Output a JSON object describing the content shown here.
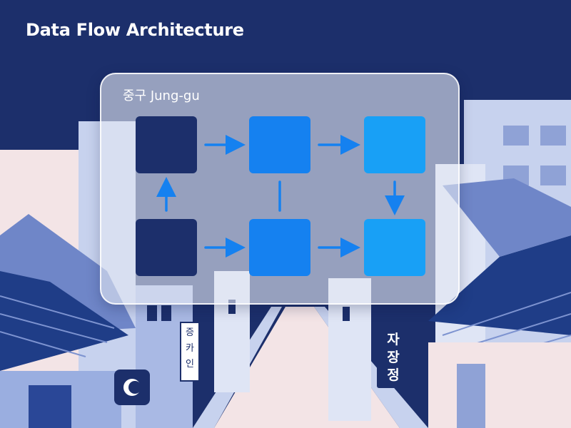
{
  "title": "Data Flow Architecture",
  "panel": {
    "label": "중구 Jung-gu"
  },
  "diagram": {
    "nodes": [
      {
        "id": "n1",
        "color": "#1c2f6b"
      },
      {
        "id": "n2",
        "color": "#1581f0"
      },
      {
        "id": "n3",
        "color": "#18a0f6"
      },
      {
        "id": "n4",
        "color": "#1c2f6b"
      },
      {
        "id": "n5",
        "color": "#1581f0"
      },
      {
        "id": "n6",
        "color": "#18a0f6"
      }
    ],
    "edges": [
      {
        "from": "n1",
        "to": "n2",
        "style": "arrow"
      },
      {
        "from": "n2",
        "to": "n3",
        "style": "arrow"
      },
      {
        "from": "n4",
        "to": "n1",
        "style": "arrow"
      },
      {
        "from": "n2",
        "to": "n5",
        "style": "line"
      },
      {
        "from": "n3",
        "to": "n6",
        "style": "arrow"
      },
      {
        "from": "n4",
        "to": "n5",
        "style": "arrow"
      },
      {
        "from": "n5",
        "to": "n6",
        "style": "arrow"
      }
    ],
    "edge_color": "#1581f0"
  },
  "background": {
    "sky_color": "#1c2f6b",
    "signs": [
      {
        "id": "sign-left",
        "text": "증 카 인"
      },
      {
        "id": "sign-right",
        "text": "자 장 정"
      }
    ]
  }
}
